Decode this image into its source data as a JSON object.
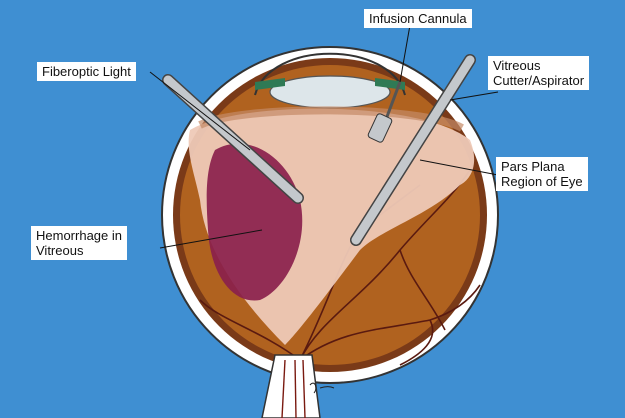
{
  "labels": {
    "infusion_cannula": "Infusion Cannula",
    "fiberoptic_light": "Fiberoptic Light",
    "vitreous_cutter_line1": "Vitreous",
    "vitreous_cutter_line2": "Cutter/Aspirator",
    "pars_plana_line1": "Pars Plana",
    "pars_plana_line2": "Region of Eye",
    "hemorrhage_line1": "Hemorrhage in",
    "hemorrhage_line2": "Vitreous"
  },
  "colors": {
    "background": "#3f8fd2",
    "sclera": "#ffffff",
    "retina": "#b0621f",
    "vitreous": "#eec9b7",
    "hemorrhage": "#8a1f4c",
    "instrument": "#c4c8cc",
    "vessel": "#5a1a10"
  }
}
